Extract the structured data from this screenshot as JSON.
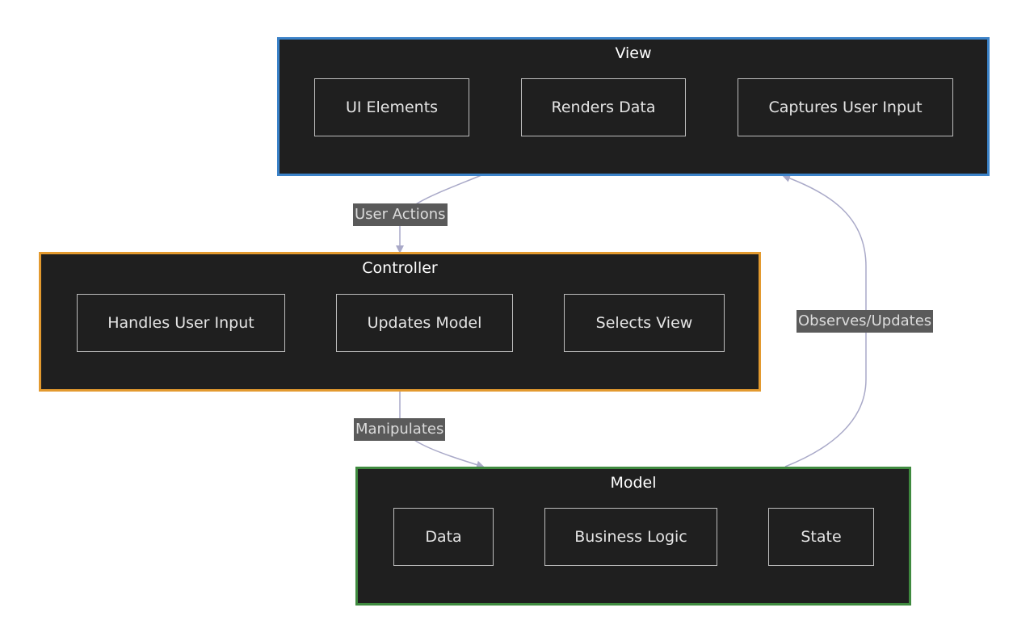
{
  "diagram": {
    "groups": {
      "view": {
        "title": "View",
        "border_color": "#3b82c8",
        "nodes": [
          "UI Elements",
          "Renders Data",
          "Captures User Input"
        ]
      },
      "controller": {
        "title": "Controller",
        "border_color": "#e39a2f",
        "nodes": [
          "Handles User Input",
          "Updates Model",
          "Selects View"
        ]
      },
      "model": {
        "title": "Model",
        "border_color": "#3f8a3f",
        "nodes": [
          "Data",
          "Business Logic",
          "State"
        ]
      }
    },
    "edges": {
      "user_actions": {
        "label": "User Actions",
        "from": "View",
        "to": "Controller"
      },
      "manipulates": {
        "label": "Manipulates",
        "from": "Controller",
        "to": "Model"
      },
      "observes_updates": {
        "label": "Observes/Updates",
        "from": "Model",
        "to": "View"
      }
    },
    "edge_color": "#a9a9c8"
  }
}
